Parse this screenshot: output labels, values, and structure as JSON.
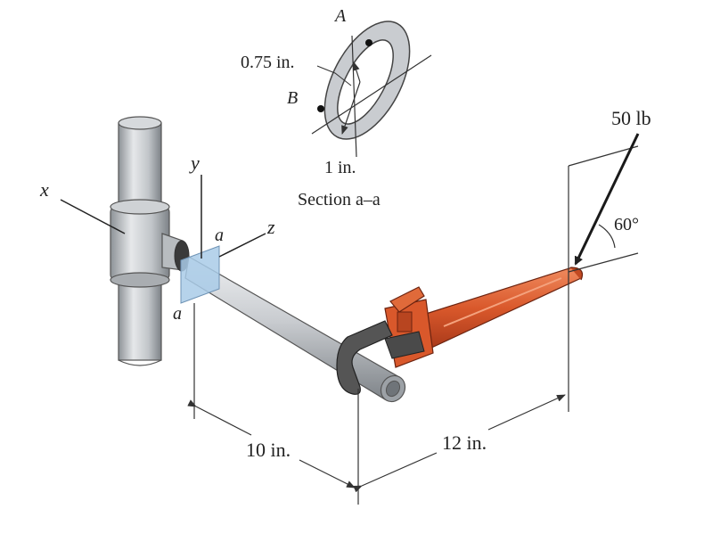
{
  "figure": {
    "section": {
      "title": "Section a–a",
      "outer_dimension": "1 in.",
      "inner_dimension": "0.75 in.",
      "point_a": "A",
      "point_b": "B"
    },
    "axes": {
      "x": "x",
      "y": "y",
      "z": "z"
    },
    "cut_labels": {
      "upper": "a",
      "lower": "a"
    },
    "force": {
      "magnitude": "50 lb",
      "angle": "60°"
    },
    "dimensions": {
      "pipe_length": "10 in.",
      "wrench_length": "12 in."
    },
    "colors": {
      "pipe": "#c7cacd",
      "wrench": "#d9582b",
      "wrench_jaw": "#555555",
      "section_plane": "#a9cbe8",
      "arrow": "#1a1a1a"
    }
  }
}
